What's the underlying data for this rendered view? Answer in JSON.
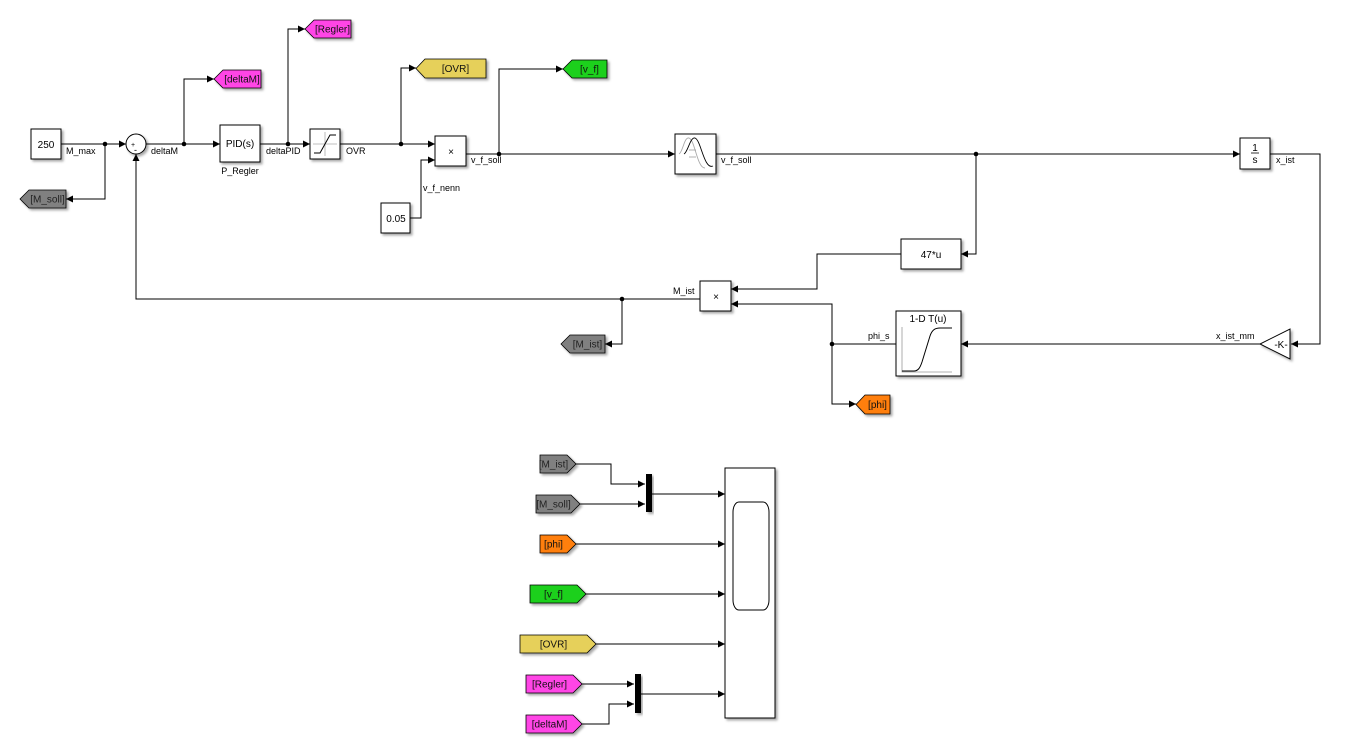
{
  "diagram": {
    "blocks": {
      "const_250": {
        "text": "250"
      },
      "const_005": {
        "text": "0.05"
      },
      "sum": {
        "sign_plus": "+",
        "sign_minus": "-"
      },
      "pid": {
        "text": "PID(s)",
        "name": "P_Regler"
      },
      "saturation": {
        "icon": "saturation-icon"
      },
      "product1": {
        "text": "×"
      },
      "rate_limiter": {
        "icon": "rate-transition-icon"
      },
      "integrator": {
        "num": "1",
        "den": "s"
      },
      "fcn_47u": {
        "text": "47*u"
      },
      "product2": {
        "text": "×"
      },
      "lookup": {
        "text": "1-D T(u)"
      },
      "gain_k": {
        "text": "-K-"
      },
      "scope": {
        "icon": "scope-icon"
      }
    },
    "signals": {
      "m_max": "M_max",
      "delta_m": "deltaM",
      "delta_pid": "deltaPID",
      "ovr": "OVR",
      "v_f_soll": "v_f_soll",
      "v_f_nenn": "v_f_nenn",
      "v_f_soll_2": "v_f_soll",
      "x_ist": "x_ist",
      "x_ist_mm": "x_ist_mm",
      "phi_s": "phi_s",
      "m_ist": "M_ist"
    },
    "goto_tags": [
      {
        "id": "regler",
        "text": "[Regler]",
        "color": "#ff44e6"
      },
      {
        "id": "deltaM",
        "text": "[deltaM]",
        "color": "#ff44e6"
      },
      {
        "id": "ovr",
        "text": "[OVR]",
        "color": "#e6d05a"
      },
      {
        "id": "v_f",
        "text": "[v_f]",
        "color": "#1ed01e"
      },
      {
        "id": "m_soll",
        "text": "[M_soll]",
        "color": "#808080"
      },
      {
        "id": "m_ist",
        "text": "[M_ist]",
        "color": "#808080"
      },
      {
        "id": "phi",
        "text": "[phi]",
        "color": "#ff7f0e"
      }
    ],
    "from_tags": [
      {
        "id": "m_ist",
        "text": "[M_ist]",
        "color": "#808080"
      },
      {
        "id": "m_soll",
        "text": "[M_soll]",
        "color": "#808080"
      },
      {
        "id": "phi",
        "text": "[phi]",
        "color": "#ff7f0e"
      },
      {
        "id": "v_f",
        "text": "[v_f]",
        "color": "#1ed01e"
      },
      {
        "id": "ovr",
        "text": "[OVR]",
        "color": "#e6d05a"
      },
      {
        "id": "regler",
        "text": "[Regler]",
        "color": "#ff44e6"
      },
      {
        "id": "deltaM",
        "text": "[deltaM]",
        "color": "#ff44e6"
      }
    ]
  }
}
